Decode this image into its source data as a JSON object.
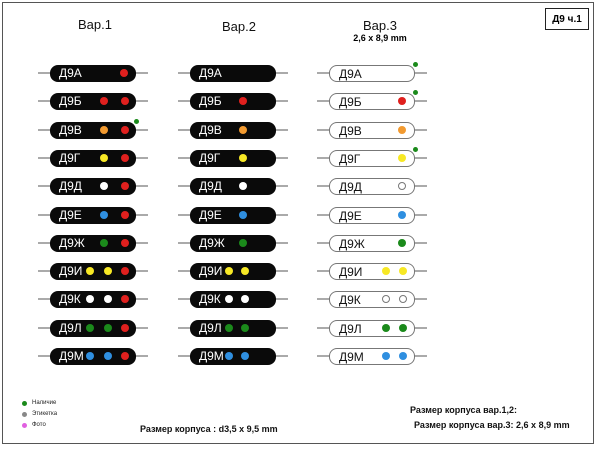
{
  "sheet_tag": "Д9 ч.1",
  "columns": [
    {
      "title": "Вар.1",
      "subtitle": ""
    },
    {
      "title": "Вар.2",
      "subtitle": ""
    },
    {
      "title": "Вар.3",
      "subtitle": "2,6 x 8,9 mm"
    }
  ],
  "diodes": {
    "var1": [
      {
        "label": "Д9А",
        "dots": [
          "#e0201e"
        ],
        "legend_mark": false
      },
      {
        "label": "Д9Б",
        "dots": [
          "#e0201e",
          "#e0201e"
        ],
        "legend_mark": false
      },
      {
        "label": "Д9В",
        "dots": [
          "#f29a30",
          "#e0201e"
        ],
        "legend_mark": true
      },
      {
        "label": "Д9Г",
        "dots": [
          "#f7e825",
          "#e0201e"
        ],
        "legend_mark": false
      },
      {
        "label": "Д9Д",
        "dots": [
          "#ffffff",
          "#e0201e"
        ],
        "legend_mark": false
      },
      {
        "label": "Д9Е",
        "dots": [
          "#2f8fe0",
          "#e0201e"
        ],
        "legend_mark": false
      },
      {
        "label": "Д9Ж",
        "dots": [
          "#1b8a1b",
          "#e0201e"
        ],
        "legend_mark": false
      },
      {
        "label": "Д9И",
        "dots": [
          "#f7e825",
          "#f7e825",
          "#e0201e"
        ],
        "legend_mark": false
      },
      {
        "label": "Д9К",
        "dots": [
          "#ffffff",
          "#ffffff",
          "#e0201e"
        ],
        "legend_mark": false
      },
      {
        "label": "Д9Л",
        "dots": [
          "#1b8a1b",
          "#1b8a1b",
          "#e0201e"
        ],
        "legend_mark": false
      },
      {
        "label": "Д9М",
        "dots": [
          "#2f8fe0",
          "#2f8fe0",
          "#e0201e"
        ],
        "legend_mark": false
      }
    ],
    "var2": [
      {
        "label": "Д9А",
        "dots": []
      },
      {
        "label": "Д9Б",
        "dots": [
          "#e0201e"
        ]
      },
      {
        "label": "Д9В",
        "dots": [
          "#f29a30"
        ]
      },
      {
        "label": "Д9Г",
        "dots": [
          "#f7e825"
        ]
      },
      {
        "label": "Д9Д",
        "dots": [
          "#ffffff"
        ]
      },
      {
        "label": "Д9Е",
        "dots": [
          "#2f8fe0"
        ]
      },
      {
        "label": "Д9Ж",
        "dots": [
          "#1b8a1b"
        ]
      },
      {
        "label": "Д9И",
        "dots": [
          "#f7e825",
          "#f7e825"
        ]
      },
      {
        "label": "Д9К",
        "dots": [
          "#ffffff",
          "#ffffff"
        ]
      },
      {
        "label": "Д9Л",
        "dots": [
          "#1b8a1b",
          "#1b8a1b"
        ]
      },
      {
        "label": "Д9М",
        "dots": [
          "#2f8fe0",
          "#2f8fe0"
        ]
      }
    ],
    "var3": [
      {
        "label": "Д9А",
        "dots": [],
        "legend_mark": true
      },
      {
        "label": "Д9Б",
        "dots": [
          "#e0201e"
        ],
        "legend_mark": true
      },
      {
        "label": "Д9В",
        "dots": [
          "#f29a30"
        ],
        "legend_mark": false
      },
      {
        "label": "Д9Г",
        "dots": [
          "#f7e825"
        ],
        "legend_mark": true
      },
      {
        "label": "Д9Д",
        "dots": [
          "#ffffff"
        ],
        "legend_mark": false
      },
      {
        "label": "Д9Е",
        "dots": [
          "#2f8fe0"
        ],
        "legend_mark": false
      },
      {
        "label": "Д9Ж",
        "dots": [
          "#1b8a1b"
        ],
        "legend_mark": false
      },
      {
        "label": "Д9И",
        "dots": [
          "#f7e825",
          "#f7e825"
        ],
        "legend_mark": false
      },
      {
        "label": "Д9К",
        "dots": [
          "#ffffff",
          "#ffffff"
        ],
        "legend_mark": false
      },
      {
        "label": "Д9Л",
        "dots": [
          "#1b8a1b",
          "#1b8a1b"
        ],
        "legend_mark": false
      },
      {
        "label": "Д9М",
        "dots": [
          "#2f8fe0",
          "#2f8fe0"
        ],
        "legend_mark": false
      }
    ]
  },
  "legend": [
    {
      "label": "Наличие",
      "color": "#1b8a1b"
    },
    {
      "label": "Этикетка",
      "color": "#888888"
    },
    {
      "label": "Фото",
      "color": "#e060e0"
    }
  ],
  "notes": {
    "body_size": "Размер корпуса : d3,5 x 9,5 mm",
    "size_var12": "Размер корпуса вар.1,2:",
    "size_var3": "Размер корпуса вар.3: 2,6 x 8,9 mm"
  }
}
